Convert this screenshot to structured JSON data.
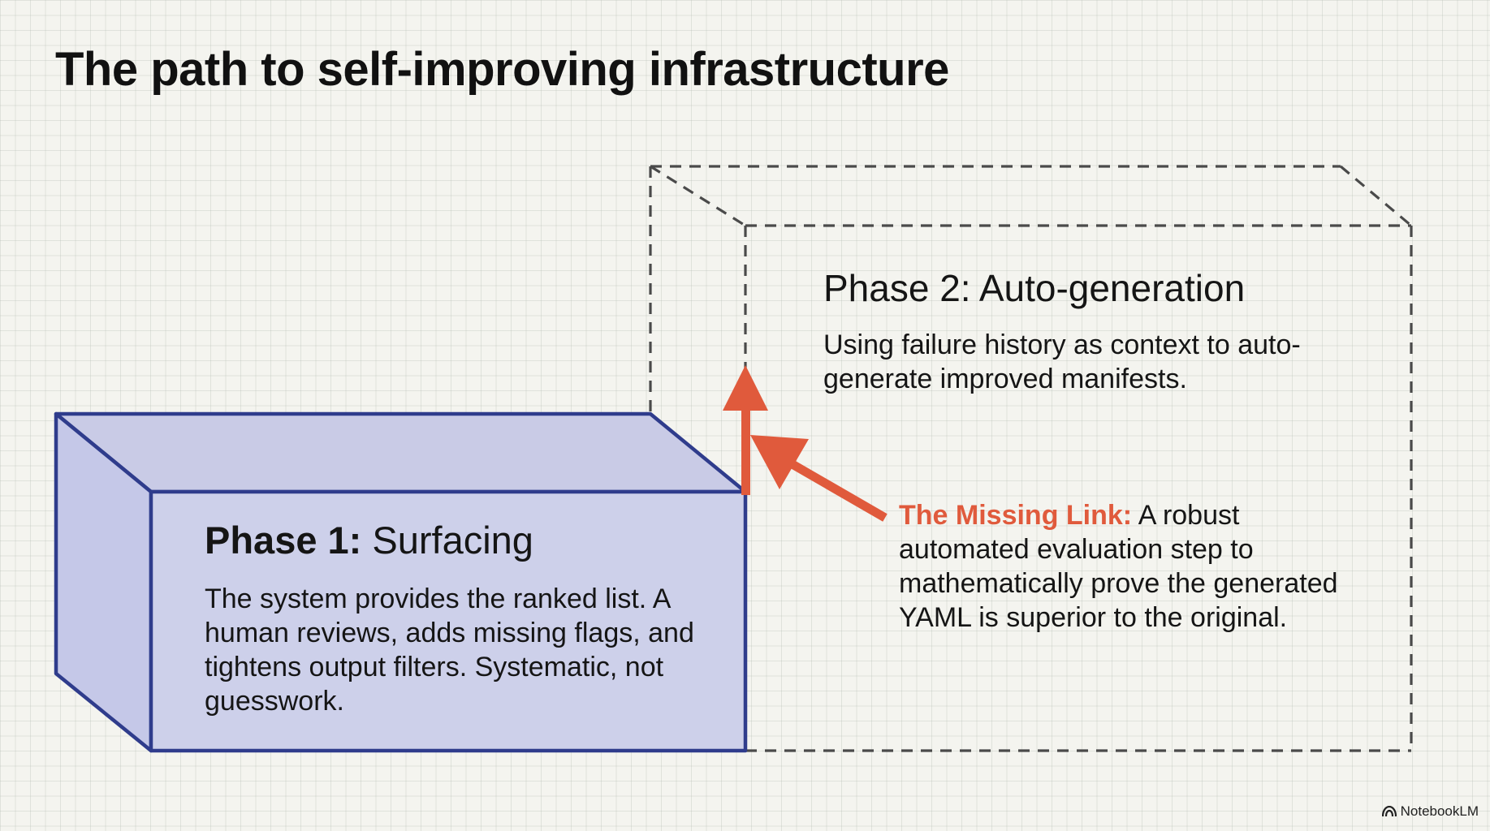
{
  "title": "The path to self-improving infrastructure",
  "colors": {
    "phase1_fill": "#cdd0ea",
    "phase1_side": "#c5c8e8",
    "phase1_top": "#c9cbe6",
    "phase1_stroke": "#2f3c8c",
    "dashed_stroke": "#4a4a4a",
    "accent": "#e05a3c",
    "background": "#f4f4ef"
  },
  "phase2": {
    "title": "Phase 2: Auto-generation",
    "description": "Using failure history as context to auto-generate improved manifests."
  },
  "missing_link": {
    "title": "The Missing Link:",
    "text": " A robust automated evaluation step to mathematically prove the generated YAML is superior to the original."
  },
  "phase1": {
    "label": "Phase 1:",
    "name": " Surfacing",
    "description": "The system provides the ranked list. A human reviews, adds missing flags, and tightens output filters. Systematic, not guesswork."
  },
  "watermark": {
    "text": "NotebookLM",
    "icon": "notebooklm-logo-icon"
  }
}
